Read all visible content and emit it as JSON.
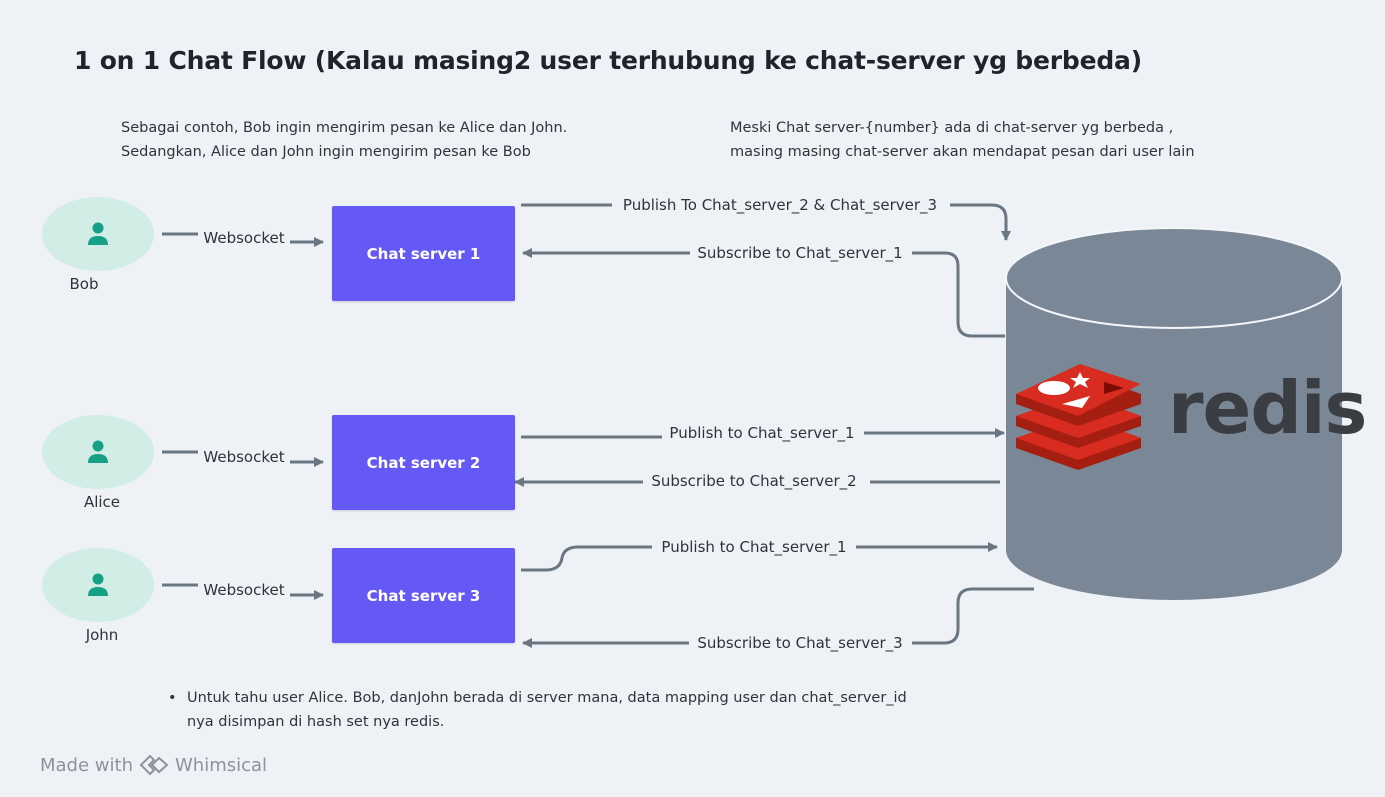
{
  "title": "1 on 1 Chat Flow  (Kalau masing2 user terhubung ke chat-server yg berbeda)",
  "notes": {
    "left": [
      "Sebagai contoh, Bob ingin mengirim pesan ke Alice dan John.",
      "Sedangkan, Alice dan John ingin mengirim pesan ke Bob"
    ],
    "right": [
      "Meski Chat server-{number} ada di chat-server yg berbeda ,",
      "masing masing chat-server akan mendapat pesan dari user lain"
    ]
  },
  "users": [
    {
      "name": "Bob",
      "connection": "Websocket"
    },
    {
      "name": "Alice",
      "connection": "Websocket"
    },
    {
      "name": "John",
      "connection": "Websocket"
    }
  ],
  "servers": [
    "Chat server 1",
    "Chat server 2",
    "Chat server 3"
  ],
  "flows": {
    "s1_publish": "Publish To Chat_server_2 & Chat_server_3",
    "s1_subscribe": "Subscribe to Chat_server_1",
    "s2_publish": "Publish to Chat_server_1",
    "s2_subscribe": "Subscribe to Chat_server_2",
    "s3_publish": "Publish to Chat_server_1",
    "s3_subscribe": "Subscribe to Chat_server_3"
  },
  "database": {
    "label": "redis"
  },
  "footer_note": [
    "Untuk tahu user Alice. Bob, danJohn berada di server mana, data mapping user dan chat_server_id",
    "nya disimpan di hash set nya redis."
  ],
  "branding": {
    "made_with": "Made with",
    "brand": "Whimsical"
  },
  "colors": {
    "server": "#6459f4",
    "user_bg": "#d2ece6",
    "user_icon": "#16a085",
    "db": "#7a8796",
    "arrow": "#6b7683",
    "redis_red": "#d82c20"
  }
}
